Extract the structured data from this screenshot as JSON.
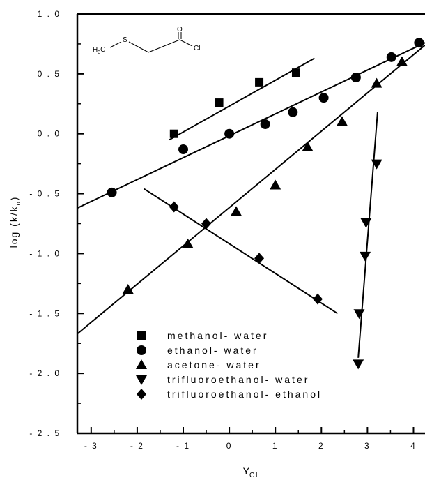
{
  "chart_data": {
    "type": "scatter",
    "title": "",
    "xlabel": "Y",
    "xlabel_sub": "Cl",
    "ylabel": "log (k/k",
    "ylabel_sub": "o",
    "ylabel_close": ")",
    "xlim": [
      -3.3,
      4.25
    ],
    "ylim": [
      -2.5,
      1.0
    ],
    "x_ticks": [
      -3,
      -2,
      -1,
      0,
      1,
      2,
      3,
      4
    ],
    "x_tick_labels": [
      "- 3",
      "- 2",
      "- 1",
      "0",
      "1",
      "2",
      "3",
      "4"
    ],
    "y_ticks": [
      1.0,
      0.5,
      0.0,
      -0.5,
      -1.0,
      -1.5,
      -2.0,
      -2.5
    ],
    "y_tick_labels": [
      "1 . 0",
      "0 . 5",
      "0 . 0",
      "- 0 . 5",
      "- 1 . 0",
      "- 1 . 5",
      "- 2 . 0",
      "- 2 . 5"
    ],
    "legend_position": "bottom-center",
    "structure": {
      "ch3": "H",
      "ch3_sub": "3",
      "c": "C",
      "s": "S",
      "o": "O",
      "cl": "Cl"
    },
    "series": [
      {
        "name": "methanol- water",
        "marker": "square",
        "points": [
          [
            -1.2,
            0.0
          ],
          [
            -0.22,
            0.26
          ],
          [
            0.65,
            0.43
          ],
          [
            1.45,
            0.51
          ]
        ],
        "fit": [
          [
            -1.3,
            -0.05
          ],
          [
            1.85,
            0.63
          ]
        ]
      },
      {
        "name": "ethanol- water",
        "marker": "circle",
        "points": [
          [
            -2.55,
            -0.49
          ],
          [
            -1.0,
            -0.13
          ],
          [
            0.0,
            0.0
          ],
          [
            0.78,
            0.08
          ],
          [
            1.38,
            0.18
          ],
          [
            2.05,
            0.3
          ],
          [
            2.75,
            0.47
          ],
          [
            3.52,
            0.64
          ],
          [
            4.12,
            0.76
          ]
        ],
        "fit": [
          [
            -3.3,
            -0.62
          ],
          [
            4.25,
            0.76
          ]
        ]
      },
      {
        "name": "acetone- water",
        "marker": "triangle-up",
        "points": [
          [
            -2.2,
            -1.3
          ],
          [
            -0.9,
            -0.92
          ],
          [
            0.15,
            -0.65
          ],
          [
            1.0,
            -0.43
          ],
          [
            1.7,
            -0.11
          ],
          [
            2.45,
            0.1
          ],
          [
            3.2,
            0.42
          ],
          [
            3.75,
            0.6
          ]
        ],
        "fit": [
          [
            -3.3,
            -1.67
          ],
          [
            4.25,
            0.74
          ]
        ]
      },
      {
        "name": "trifluoroethanol- water",
        "marker": "triangle-down",
        "points": [
          [
            2.8,
            -1.92
          ],
          [
            2.82,
            -1.5
          ],
          [
            2.95,
            -1.02
          ],
          [
            2.97,
            -0.74
          ],
          [
            3.2,
            -0.25
          ]
        ],
        "fit": [
          [
            2.8,
            -1.87
          ],
          [
            3.22,
            0.18
          ]
        ]
      },
      {
        "name": "trifluoroethanol- ethanol",
        "marker": "diamond",
        "points": [
          [
            -1.2,
            -0.61
          ],
          [
            -0.5,
            -0.75
          ],
          [
            0.65,
            -1.04
          ],
          [
            1.92,
            -1.38
          ]
        ],
        "fit": [
          [
            -1.85,
            -0.46
          ],
          [
            2.35,
            -1.5
          ]
        ]
      }
    ]
  }
}
